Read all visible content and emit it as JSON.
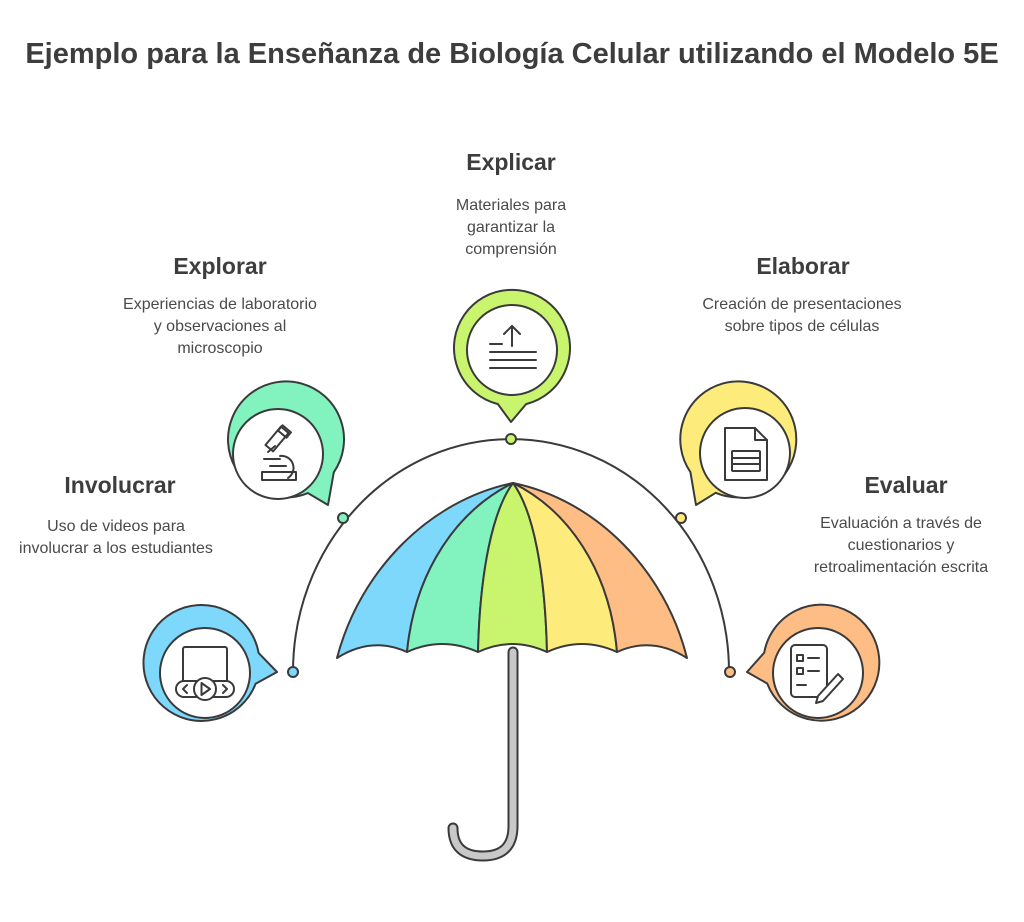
{
  "title": "Ejemplo para la Enseñanza de Biología Celular utilizando el Modelo 5E",
  "stages": [
    {
      "title": "Involucrar",
      "description": "Uso de videos para involucrar a los estudiantes",
      "color": "#7dd8fb",
      "icon": "video-play-icon"
    },
    {
      "title": "Explorar",
      "description": "Experiencias de laboratorio y observaciones al microscopio",
      "color": "#82f2bf",
      "icon": "microscope-icon"
    },
    {
      "title": "Explicar",
      "description": "Materiales para garantizar la comprensión",
      "color": "#c9f56e",
      "icon": "upload-document-icon"
    },
    {
      "title": "Elaborar",
      "description": "Creación de presentaciones sobre tipos de células",
      "color": "#fdec7c",
      "icon": "file-presentation-icon"
    },
    {
      "title": "Evaluar",
      "description": "Evaluación a través de cuestionarios y retroalimentación escrita",
      "color": "#fdbd84",
      "icon": "checklist-pencil-icon"
    }
  ],
  "colors": {
    "outline": "#3a3a3a",
    "handle": "#c8c8c8"
  }
}
